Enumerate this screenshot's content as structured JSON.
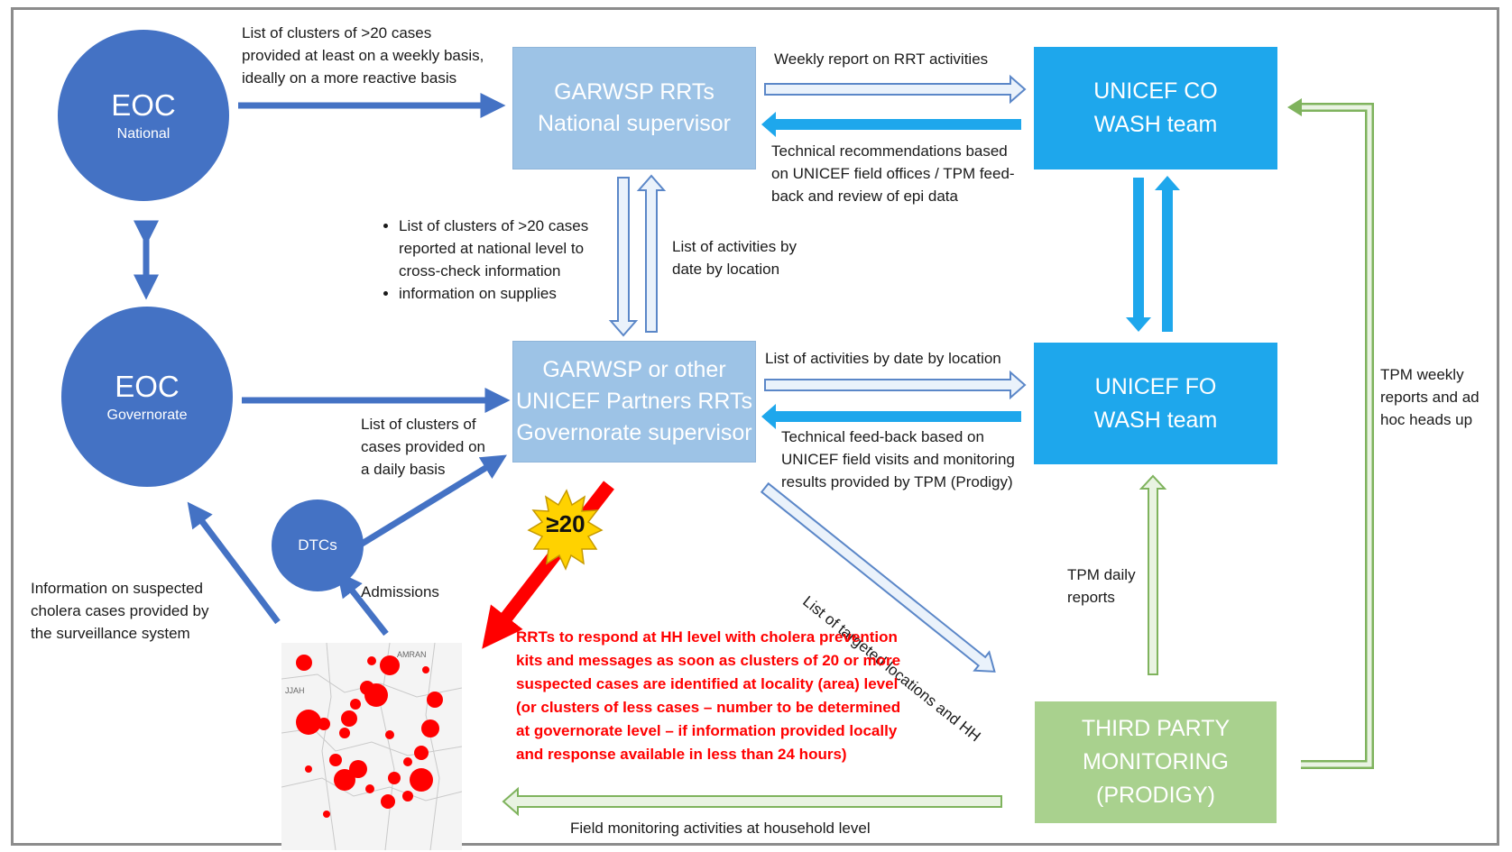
{
  "nodes": {
    "eoc_national": {
      "title": "EOC",
      "subtitle": "National"
    },
    "eoc_governorate": {
      "title": "EOC",
      "subtitle": "Governorate"
    },
    "dtcs": {
      "label": "DTCs"
    },
    "garwsp_national": {
      "line1": "GARWSP RRTs",
      "line2": "National supervisor"
    },
    "garwsp_governorate": {
      "line1": "GARWSP or other",
      "line2": "UNICEF Partners RRTs",
      "line3": "Governorate supervisor"
    },
    "unicef_co": {
      "line1": "UNICEF CO",
      "line2": "WASH team"
    },
    "unicef_fo": {
      "line1": "UNICEF FO",
      "line2": "WASH team"
    },
    "third_party": {
      "line1": "THIRD PARTY",
      "line2": "MONITORING",
      "line3": "(PRODIGY)"
    }
  },
  "labels": {
    "clusters_weekly": [
      "List of clusters of >20 cases",
      "provided at least on a weekly basis,",
      "ideally on a more reactive basis"
    ],
    "weekly_report": "Weekly report on RRT activities",
    "technical_recommendations": [
      "Technical recommendations based",
      "on UNICEF field offices / TPM feed-",
      "back and review of epi data"
    ],
    "bullets": [
      "List of clusters of >20 cases reported at national level to cross-check information",
      "information on supplies"
    ],
    "activities_by_date": [
      "List of activities by",
      "date by location"
    ],
    "activities_date_location": "List of activities by date by location",
    "technical_feedback": [
      "Technical feed-back based on",
      "UNICEF field visits and monitoring",
      "results provided by TPM (Prodigy)"
    ],
    "clusters_daily": [
      "List of clusters of",
      "cases provided on",
      "a daily basis"
    ],
    "surveillance_info": [
      "Information on suspected",
      "cholera cases provided by",
      "the surveillance system"
    ],
    "admissions": "Admissions",
    "targeted_locations": "List of targeted locations and HH",
    "tpm_daily": [
      "TPM daily",
      "reports"
    ],
    "tpm_weekly": [
      "TPM weekly",
      "reports and ad",
      "hoc heads up"
    ],
    "field_monitoring": "Field monitoring activities at household level",
    "threshold": "≥20",
    "rrt_response": [
      "RRTs to respond at HH level with cholera prevention",
      "kits and messages as soon as clusters of 20 or more",
      "suspected cases are identified at locality (area) level",
      "(or clusters of less cases – number to be determined",
      "at governorate level – if information provided locally",
      "and response available in less than 24 hours)"
    ]
  },
  "map_labels": [
    "AMRAN",
    "JJAH"
  ],
  "colors": {
    "node_dark": "#4472c4",
    "node_light": "#9dc3e6",
    "node_bright": "#1ea7ec",
    "node_green": "#a9d18e",
    "response_text": "#ff0000"
  }
}
